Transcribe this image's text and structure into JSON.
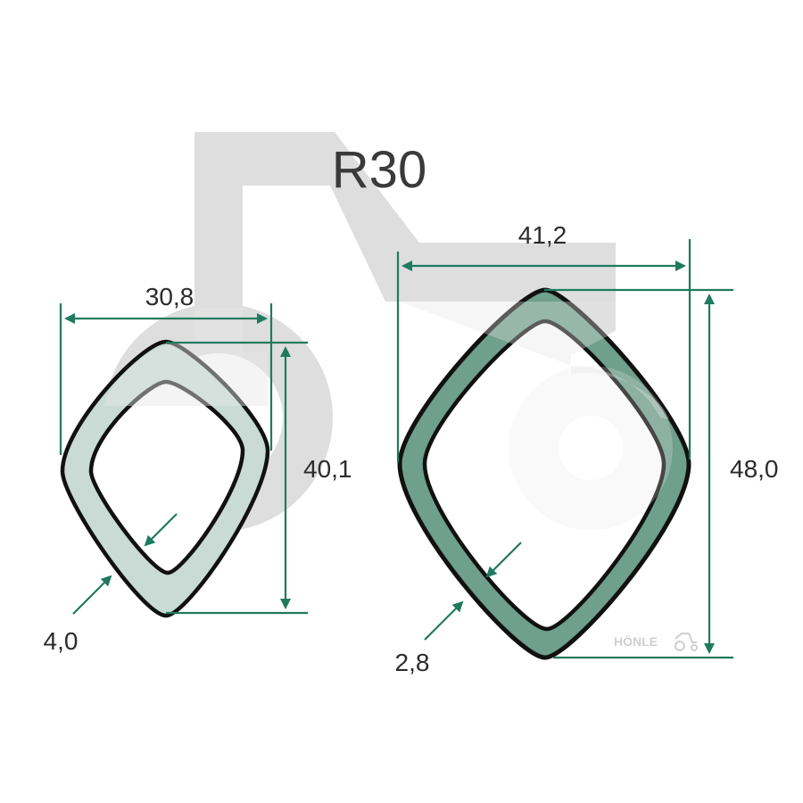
{
  "title": "R30",
  "profile_small": {
    "width_label": "30,8",
    "height_label": "40,1",
    "wall_label": "4,0"
  },
  "profile_large": {
    "width_label": "41,2",
    "height_label": "48,0",
    "wall_label": "2,8"
  },
  "logo": {
    "text": "HÖNLE"
  },
  "colors": {
    "dimension": "#1f7a5e",
    "small_fill": "#c8d9d3",
    "large_fill": "#6f9f8d",
    "watermark": "#d9d9d9",
    "outline": "#1a1a1a"
  }
}
